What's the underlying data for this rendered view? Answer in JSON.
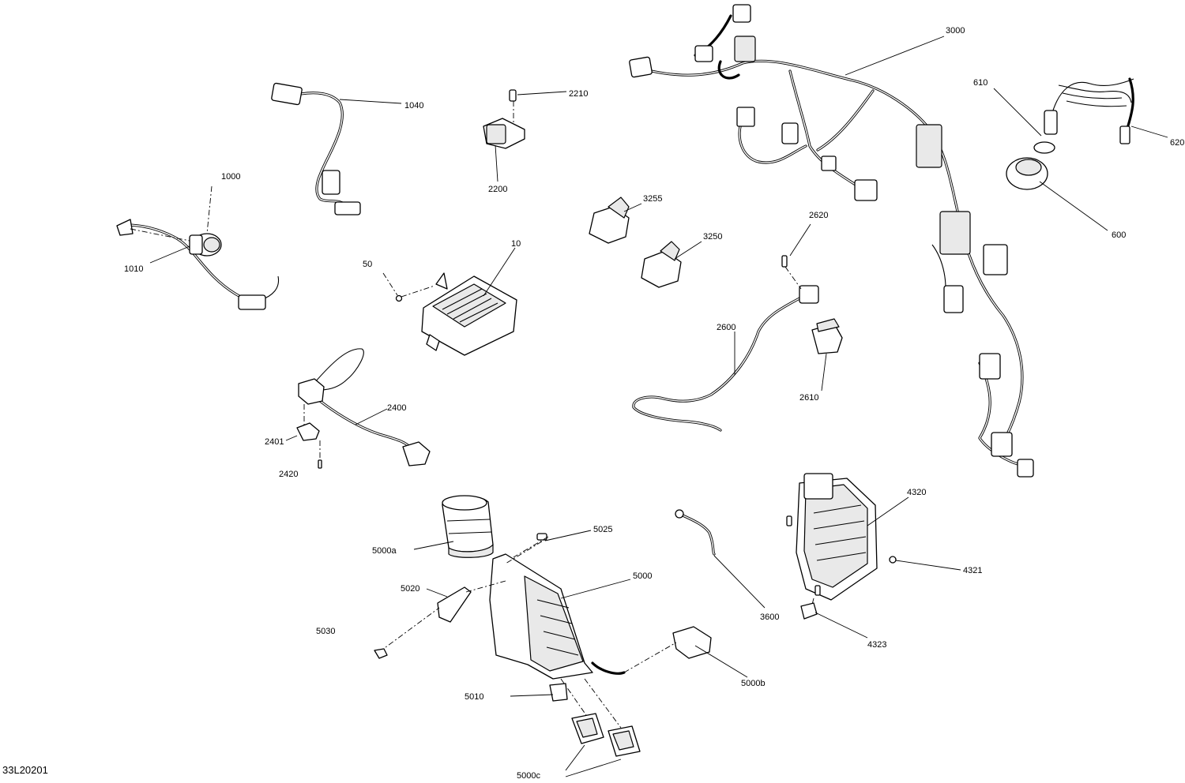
{
  "document_ref": "33L20201",
  "callouts": [
    {
      "id": "3000",
      "label": "3000"
    },
    {
      "id": "1040",
      "label": "1040"
    },
    {
      "id": "2210",
      "label": "2210"
    },
    {
      "id": "2200",
      "label": "2200"
    },
    {
      "id": "610",
      "label": "610"
    },
    {
      "id": "620",
      "label": "620"
    },
    {
      "id": "600",
      "label": "600"
    },
    {
      "id": "1000",
      "label": "1000"
    },
    {
      "id": "1010",
      "label": "1010"
    },
    {
      "id": "3255",
      "label": "3255"
    },
    {
      "id": "3250",
      "label": "3250"
    },
    {
      "id": "2620",
      "label": "2620"
    },
    {
      "id": "50",
      "label": "50"
    },
    {
      "id": "10",
      "label": "10"
    },
    {
      "id": "2600",
      "label": "2600"
    },
    {
      "id": "2610",
      "label": "2610"
    },
    {
      "id": "2400",
      "label": "2400"
    },
    {
      "id": "2401",
      "label": "2401"
    },
    {
      "id": "2420",
      "label": "2420"
    },
    {
      "id": "4320",
      "label": "4320"
    },
    {
      "id": "5025",
      "label": "5025"
    },
    {
      "id": "5000a",
      "label": "5000a"
    },
    {
      "id": "5000",
      "label": "5000"
    },
    {
      "id": "5020",
      "label": "5020"
    },
    {
      "id": "4321",
      "label": "4321"
    },
    {
      "id": "3600",
      "label": "3600"
    },
    {
      "id": "4323",
      "label": "4323"
    },
    {
      "id": "5030",
      "label": "5030"
    },
    {
      "id": "5000b",
      "label": "5000b"
    },
    {
      "id": "5010",
      "label": "5010"
    },
    {
      "id": "5000c",
      "label": "5000c"
    }
  ]
}
